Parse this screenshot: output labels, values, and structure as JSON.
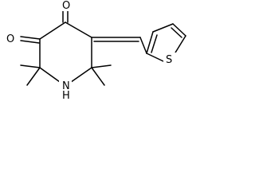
{
  "molecule": {
    "atoms": {
      "o_top": "O",
      "o_left": "O",
      "nh": "N",
      "h": "H",
      "s": "S"
    }
  },
  "colors": {
    "bond": "#000000",
    "background": "#ffffff"
  }
}
